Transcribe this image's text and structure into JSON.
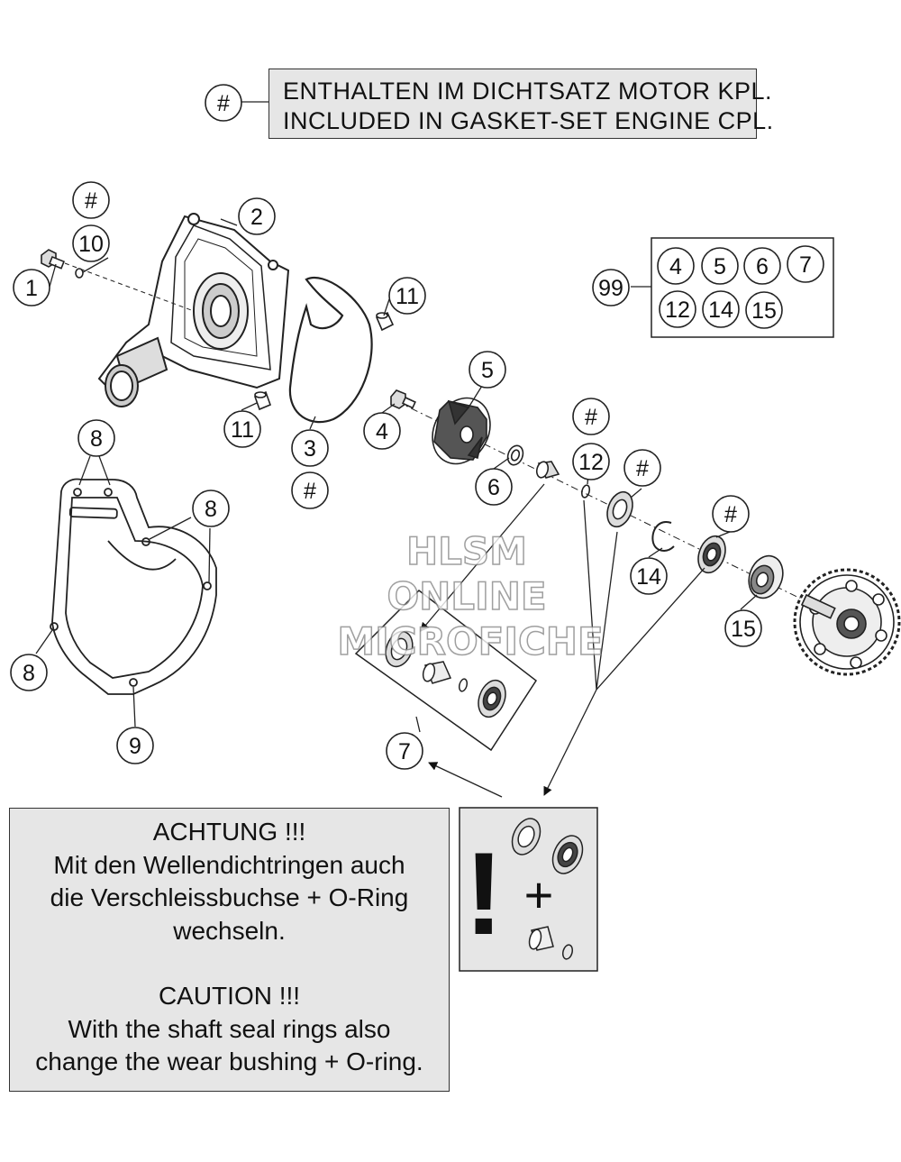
{
  "legend": {
    "symbol": "#",
    "line1": "ENTHALTEN IM DICHTSATZ MOTOR KPL.",
    "line2": "INCLUDED IN GASKET-SET ENGINE CPL."
  },
  "callouts": {
    "c1": "1",
    "c2": "2",
    "c3": "3",
    "c4": "4",
    "c5": "5",
    "c6": "6",
    "c7": "7",
    "c8": "8",
    "c9": "9",
    "c10": "10",
    "c11": "11",
    "c12": "12",
    "c14": "14",
    "c15": "15",
    "hash": "#",
    "kit": {
      "label": "99",
      "parts": [
        "4",
        "5",
        "6",
        "7",
        "12",
        "14",
        "15"
      ]
    }
  },
  "watermark": {
    "line1": "HLSM",
    "line2": "ONLINE",
    "line3": "MICROFICHE"
  },
  "caution": {
    "de_title": "ACHTUNG !!!",
    "de_line1": "Mit den Wellendichtringen auch",
    "de_line2": "die Verschleissbuchse + O-Ring",
    "de_line3": "wechseln.",
    "en_title": "CAUTION !!!",
    "en_line1": "With the shaft seal rings also",
    "en_line2": "change the wear bushing + O-ring."
  },
  "notice": {
    "exclamation": "!",
    "plus": "+"
  }
}
